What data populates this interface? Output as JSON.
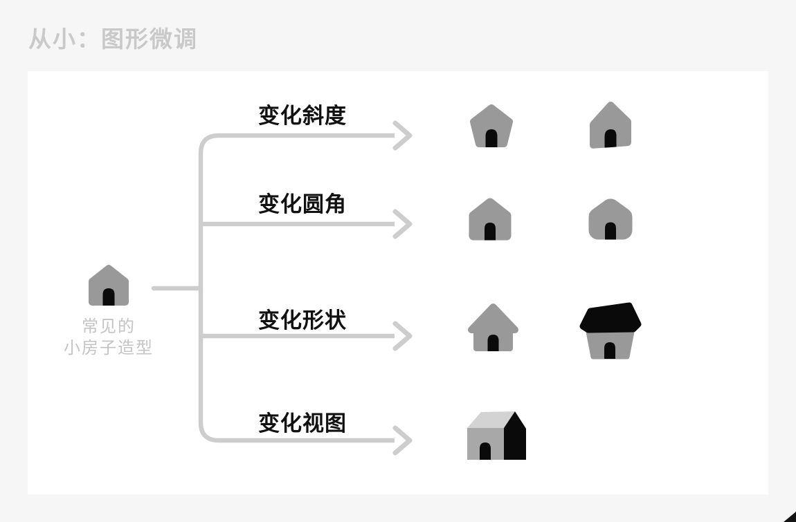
{
  "page": {
    "title": "从小：图形微调",
    "background_color": "#f6f6f6",
    "panel_color": "#ffffff"
  },
  "source": {
    "icon": "house-icon",
    "caption_line1": "常见的",
    "caption_line2": "小房子造型"
  },
  "rows": [
    {
      "label": "变化斜度",
      "icons": [
        "house-slanted-walls-icon",
        "house-skewed-steep-roof-icon"
      ]
    },
    {
      "label": "变化圆角",
      "icons": [
        "house-small-rounded-corners-icon",
        "house-large-rounded-corners-icon"
      ]
    },
    {
      "label": "变化形状",
      "icons": [
        "house-overhanging-eaves-icon",
        "house-black-tilted-roof-icon"
      ]
    },
    {
      "label": "变化视图",
      "icons": [
        "house-3d-perspective-icon"
      ]
    }
  ],
  "colors": {
    "house_gray": "#999999",
    "house_black": "#0a0a0a",
    "connector_line_gray": "#cdcdcd",
    "roof_light_gray": "#d3d3d3",
    "wall_mid_gray": "#a8a8a8",
    "title_gray": "#c9c9c9",
    "caption_gray": "#c4c4c4"
  }
}
